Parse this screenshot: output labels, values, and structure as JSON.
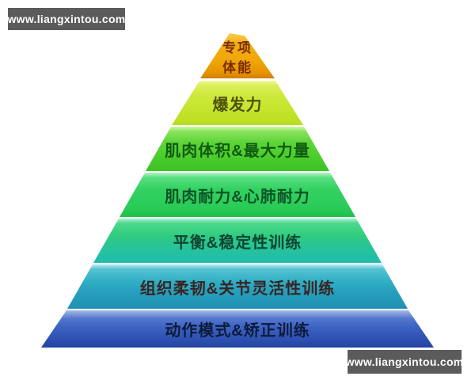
{
  "watermarks": {
    "top_left": "www.liangxintou.com",
    "bottom_right": "www.liangxintou.com",
    "background_color": "#5b5b5b",
    "text_color": "#ffffff"
  },
  "pyramid": {
    "description": "7-level fitness training pyramid, top (specific) to bottom (foundation)",
    "levels": [
      {
        "rank": 1,
        "label": "专项体能",
        "lines": [
          "专项",
          "体能"
        ],
        "color": "#efa506",
        "text_color": "#7b2b00"
      },
      {
        "rank": 2,
        "label": "爆发力",
        "color": "#cce938",
        "text_color": "#4f5208"
      },
      {
        "rank": 3,
        "label": "肌肉体积&最大力量",
        "color": "#55d133",
        "text_color": "#0f5a10"
      },
      {
        "rank": 4,
        "label": "肌肉耐力&心肺耐力",
        "color": "#2ed05f",
        "text_color": "#0c5226"
      },
      {
        "rank": 5,
        "label": "平衡&稳定性训练",
        "color": "#28c596",
        "text_color": "#0e4430"
      },
      {
        "rank": 6,
        "label": "组织柔韧&关节灵活性训练",
        "color": "#2baec4",
        "text_color": "#3b2420"
      },
      {
        "rank": 7,
        "label": "动作模式&矫正训练",
        "color": "#3c62c2",
        "text_color": "#0d1b3a"
      }
    ]
  }
}
